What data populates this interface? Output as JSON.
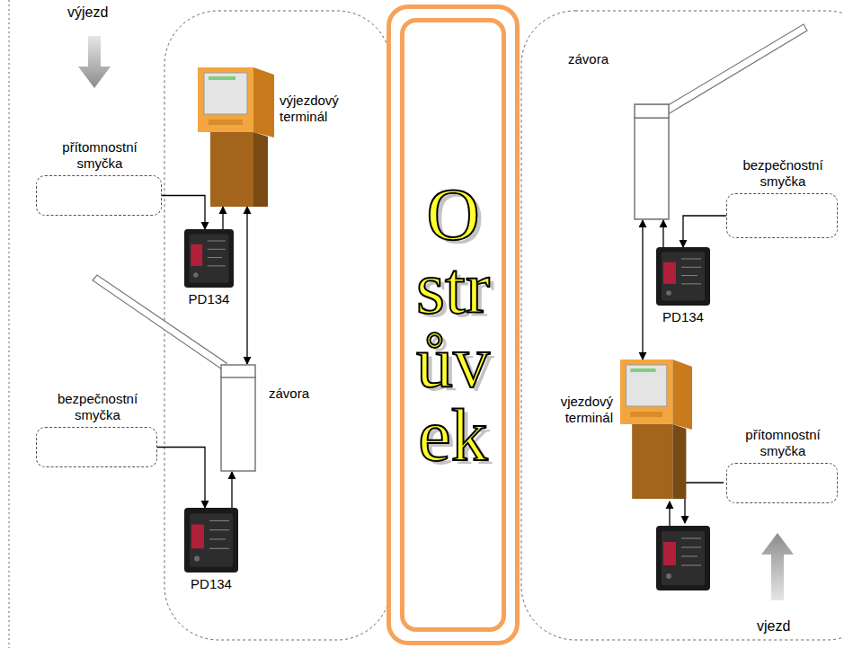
{
  "diagram": {
    "nodes": [
      {
        "text": [
          "přítomnostní smyčka"
        ]
      },
      {
        "text": [
          "výjezdový terminál"
        ]
      },
      {
        "text": [
          "PD134"
        ]
      },
      {
        "text": [
          "závora"
        ]
      },
      {
        "text": [
          "bezpečnostní smyčka"
        ]
      },
      {
        "text": [
          "PD134"
        ]
      },
      {
        "text": [
          "Ostrůvek"
        ]
      },
      {
        "text": [
          "závora"
        ]
      },
      {
        "text": [
          "bezpečnostní smyčka"
        ]
      },
      {
        "text": [
          "PD134"
        ]
      },
      {
        "text": [
          "vjezdový terminál"
        ]
      },
      {
        "text": [
          "přítomnostní smyčka"
        ]
      }
    ],
    "edges": [
      {
        "from": 0,
        "to": 2,
        "arrow": "to"
      },
      {
        "from": 2,
        "to": 1,
        "arrow": "to"
      },
      {
        "from": 1,
        "to": 3,
        "arrow": "both"
      },
      {
        "from": 4,
        "to": 5,
        "arrow": "to"
      },
      {
        "from": 5,
        "to": 3,
        "arrow": "to"
      },
      {
        "from": 8,
        "to": 9,
        "arrow": "to"
      },
      {
        "from": 9,
        "to": 7,
        "arrow": "to"
      },
      {
        "from": 7,
        "to": 10,
        "arrow": "both"
      }
    ],
    "labels": [
      "výjezd",
      "vjezd"
    ]
  }
}
